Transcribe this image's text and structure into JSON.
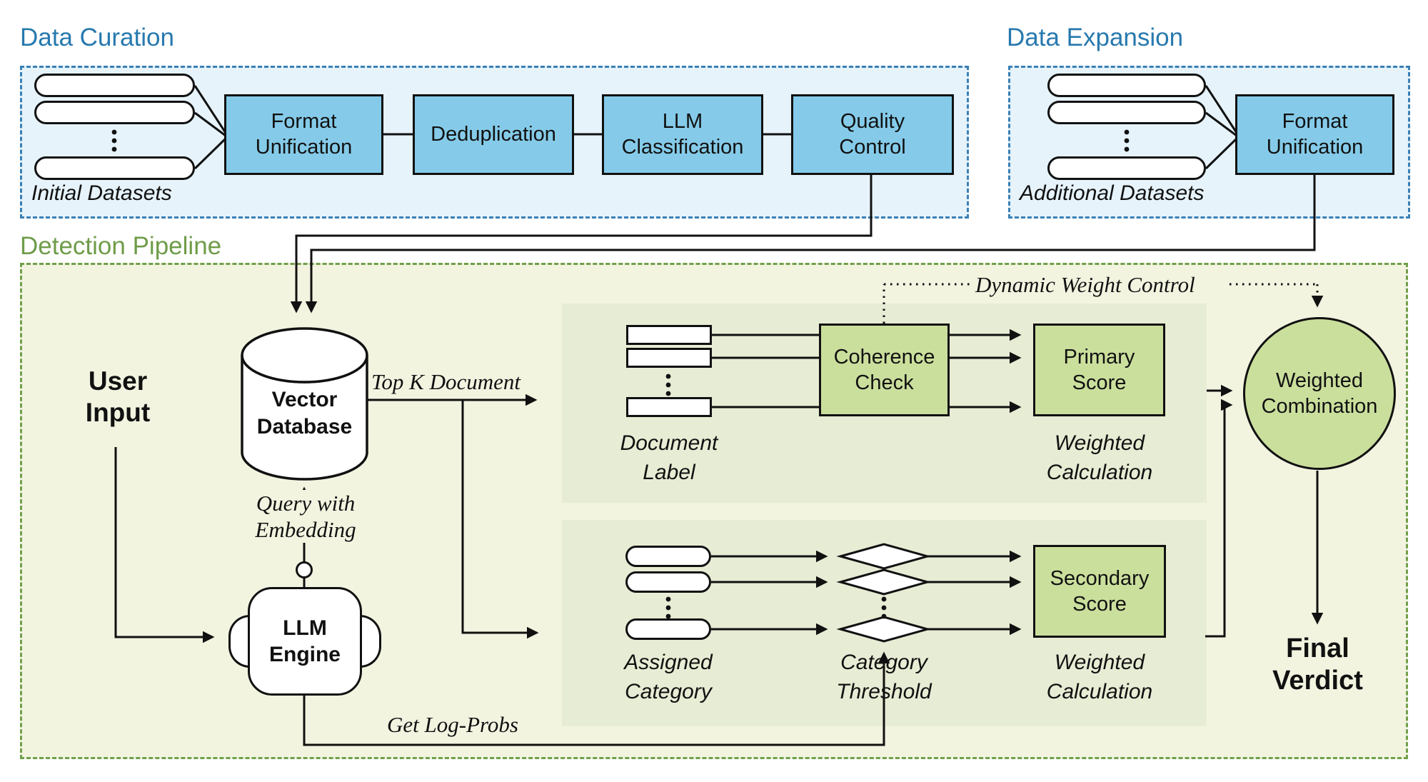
{
  "palette": {
    "blue_title": "#2779ae",
    "blue_dash_border": "#3a80b5",
    "blue_panel_bg": "#e6f3fb",
    "blue_box_fill": "#85cbe9",
    "green_title": "#6f9c49",
    "green_dash_border": "#71a04c",
    "detection_bg": "#f2f4e0",
    "inner_panel_bg": "#e7ecd4",
    "green_box_fill": "#cbdf9d",
    "line_color": "#111111"
  },
  "curation": {
    "title": "Data Curation",
    "datasets_label": "Initial Datasets",
    "steps": [
      {
        "label": "Format Unification"
      },
      {
        "label": "Deduplication"
      },
      {
        "label": "LLM Classification"
      },
      {
        "label": "Quality Control"
      }
    ]
  },
  "expansion": {
    "title": "Data Expansion",
    "datasets_label": "Additional Datasets",
    "steps": [
      {
        "label": "Format Unification"
      }
    ]
  },
  "pipeline": {
    "title": "Detection Pipeline",
    "nodes": {
      "user_input": "User Input",
      "vector_db": "Vector Database",
      "llm_engine": "LLM Engine",
      "coherence": "Coherence Check",
      "primary": "Primary Score",
      "secondary": "Secondary Score",
      "combination": "Weighted Combination",
      "final_verdict": "Final Verdict"
    },
    "annotations": {
      "top_k": "Top K Document",
      "query": "Query with Embedding",
      "log_probs": "Get Log-Probs",
      "dwc": "Dynamic Weight Control"
    },
    "captions": {
      "document_label": "Document Label",
      "assigned_category": "Assigned Category",
      "category_threshold": "Category Threshold",
      "weighted_calc": "Weighted Calculation"
    }
  }
}
